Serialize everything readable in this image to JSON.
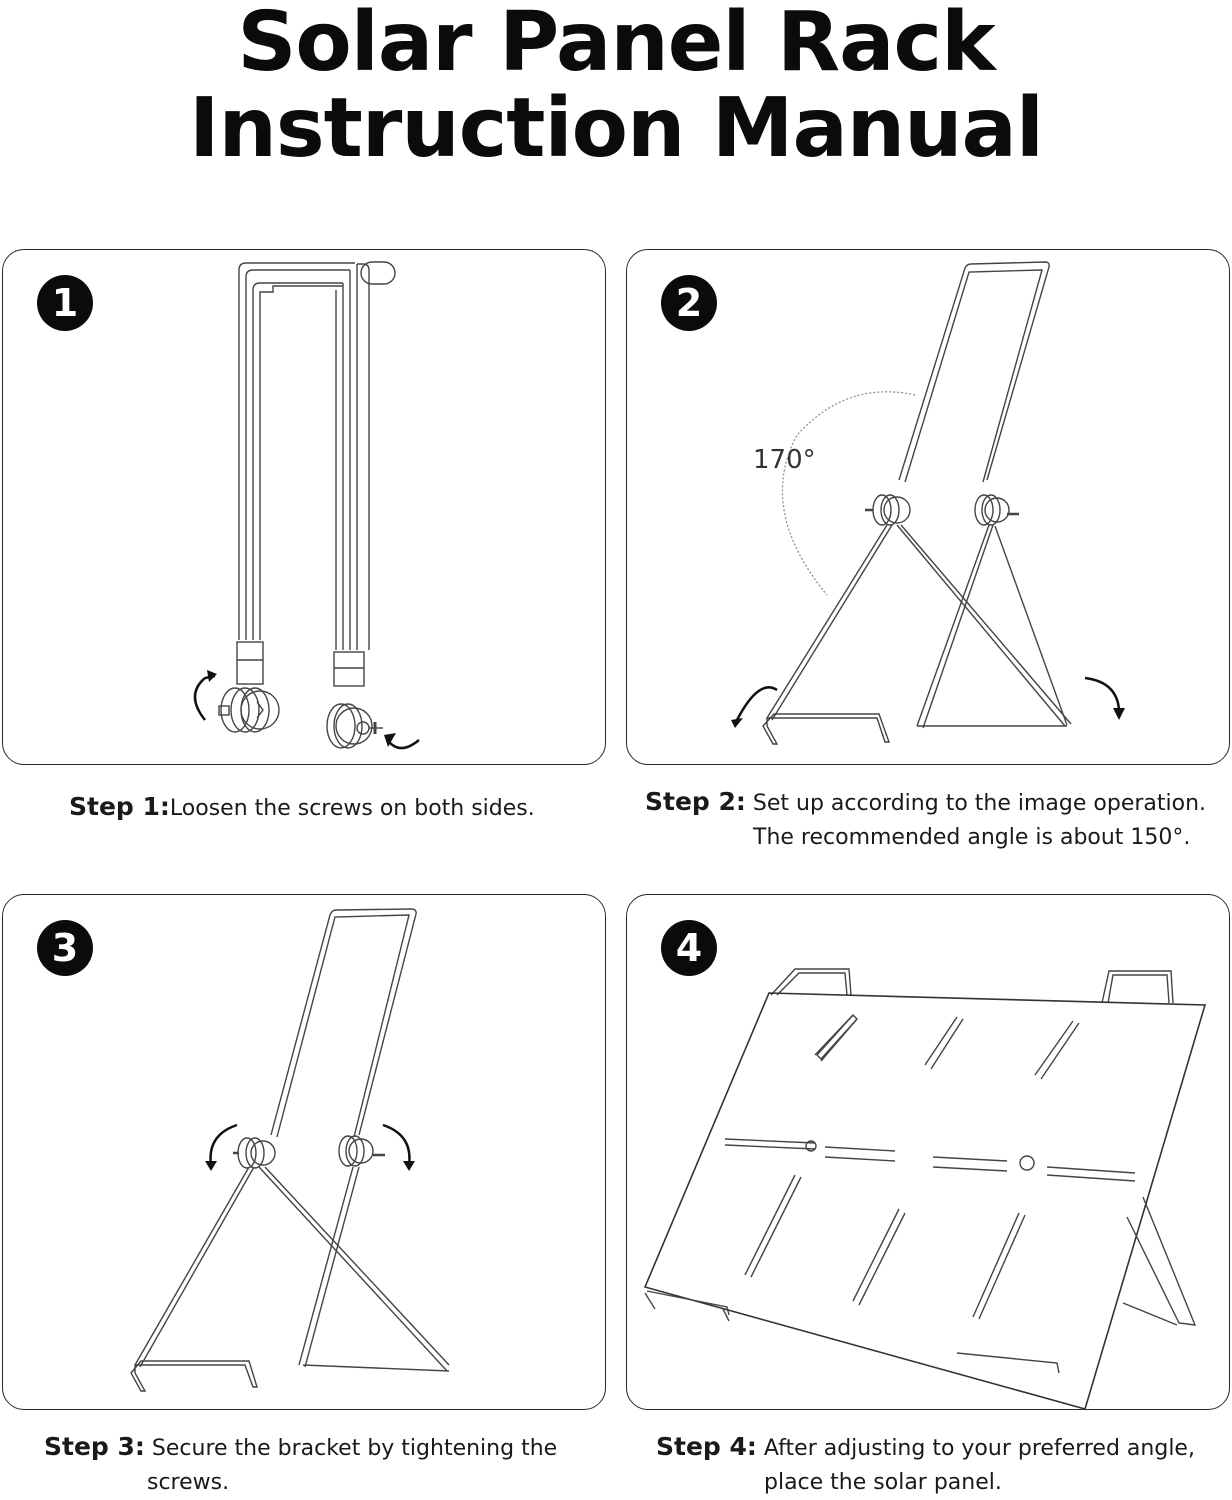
{
  "title": {
    "line1": "Solar Panel Rack",
    "line2": "Instruction Manual"
  },
  "steps": [
    {
      "number": "1",
      "label": "Step 1:",
      "text": "Loosen the screws on both sides.",
      "text2": ""
    },
    {
      "number": "2",
      "label": "Step 2:",
      "text": "Set up according to the image operation.",
      "text2": "The recommended angle is about 150°.",
      "angle_label": "170°"
    },
    {
      "number": "3",
      "label": "Step 3:",
      "text": "Secure the bracket by tightening the",
      "text2": "screws."
    },
    {
      "number": "4",
      "label": "Step 4:",
      "text": "After adjusting to your preferred angle,",
      "text2": "place the solar panel."
    }
  ]
}
